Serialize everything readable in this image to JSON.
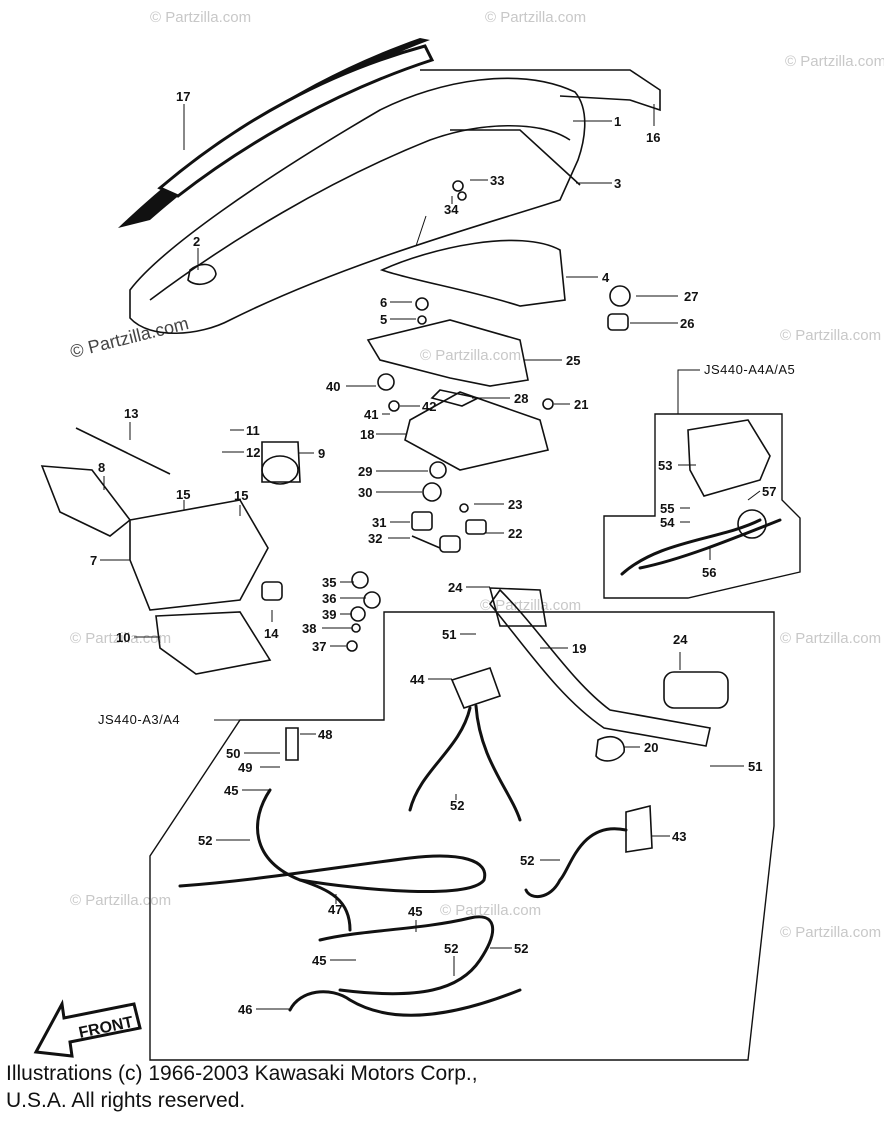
{
  "watermark": "© Partzilla.com",
  "variants": {
    "upper_box": "JS440-A4A/A5",
    "lower_box": "JS440-A3/A4"
  },
  "front_arrow": "FRONT",
  "copyright": {
    "line1": "Illustrations (c) 1966-2003 Kawasaki Motors Corp.,",
    "line2": "U.S.A.  All rights reserved."
  },
  "callouts": [
    "1",
    "2",
    "3",
    "4",
    "5",
    "6",
    "7",
    "8",
    "9",
    "10",
    "11",
    "12",
    "13",
    "14",
    "15",
    "16",
    "17",
    "18",
    "19",
    "20",
    "21",
    "22",
    "23",
    "24",
    "25",
    "26",
    "27",
    "28",
    "29",
    "30",
    "31",
    "32",
    "33",
    "34",
    "35",
    "36",
    "37",
    "38",
    "39",
    "40",
    "41",
    "42",
    "43",
    "44",
    "45",
    "46",
    "47",
    "48",
    "49",
    "50",
    "51",
    "52",
    "53",
    "54",
    "55",
    "56",
    "57"
  ]
}
